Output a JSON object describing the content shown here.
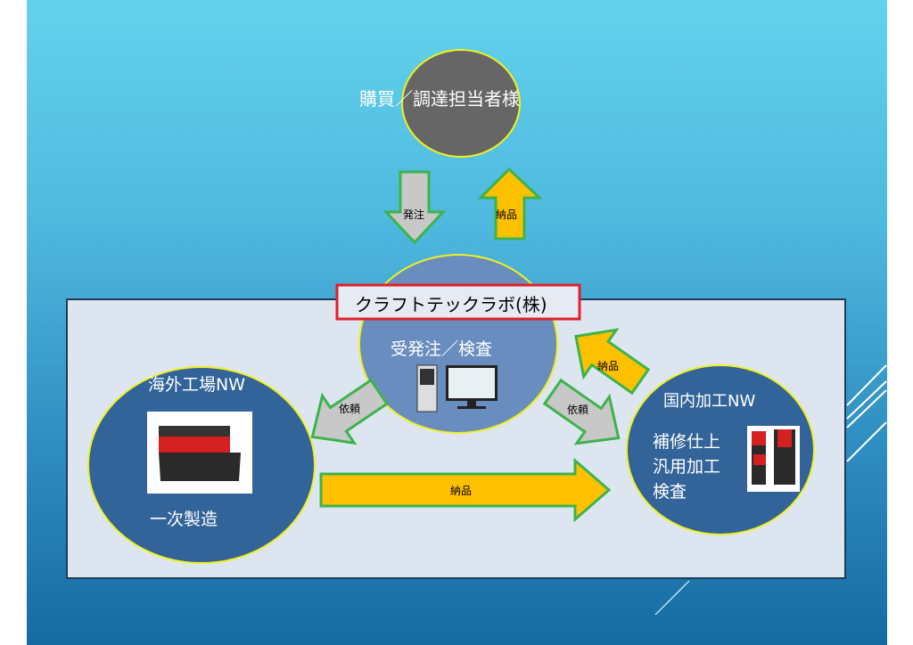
{
  "buyer": "購買／調達担当者様",
  "order_label": "発注",
  "delivery_label": "納品",
  "company": "クラフトテックラボ(株)",
  "center": "受発注／検査",
  "request_label": "依頼",
  "overseas": {
    "title": "海外工場NW",
    "subtitle": "一次製造"
  },
  "domestic": {
    "title": "国内加工NW",
    "lines": [
      "補修仕上",
      "汎用加工",
      "検査"
    ]
  },
  "colors": {
    "arrow_border": "#3cb44b",
    "gray_arrow": "#c8c8c8",
    "orange_arrow": "#ffc000",
    "circle_border": "#f0f020"
  }
}
